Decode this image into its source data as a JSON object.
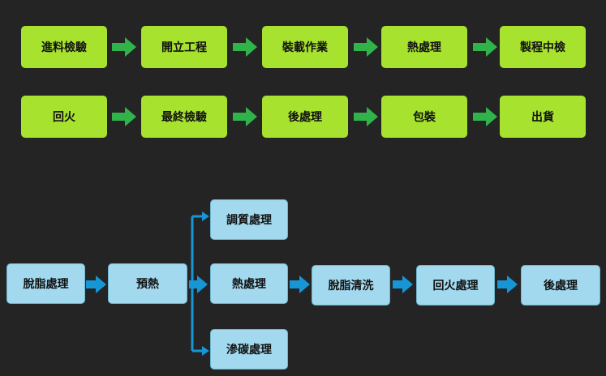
{
  "process_row_1": [
    "進料檢驗",
    "開立工程",
    "裝載作業",
    "熱處理",
    "製程中檢"
  ],
  "process_row_2": [
    "回火",
    "最終檢驗",
    "後處理",
    "包裝",
    "出貨"
  ],
  "heat_treatment_flow": {
    "main": [
      "脫脂處理",
      "預熱",
      "熱處理",
      "脫脂清洗",
      "回火處理",
      "後處理"
    ],
    "branch_top": "調質處理",
    "branch_bottom": "滲碳處理"
  },
  "colors": {
    "background": "#242424",
    "green_box": "#a6e22e",
    "green_arrow": "#2fb34a",
    "blue_box": "#a3d9ee",
    "blue_arrow": "#1796d6"
  }
}
